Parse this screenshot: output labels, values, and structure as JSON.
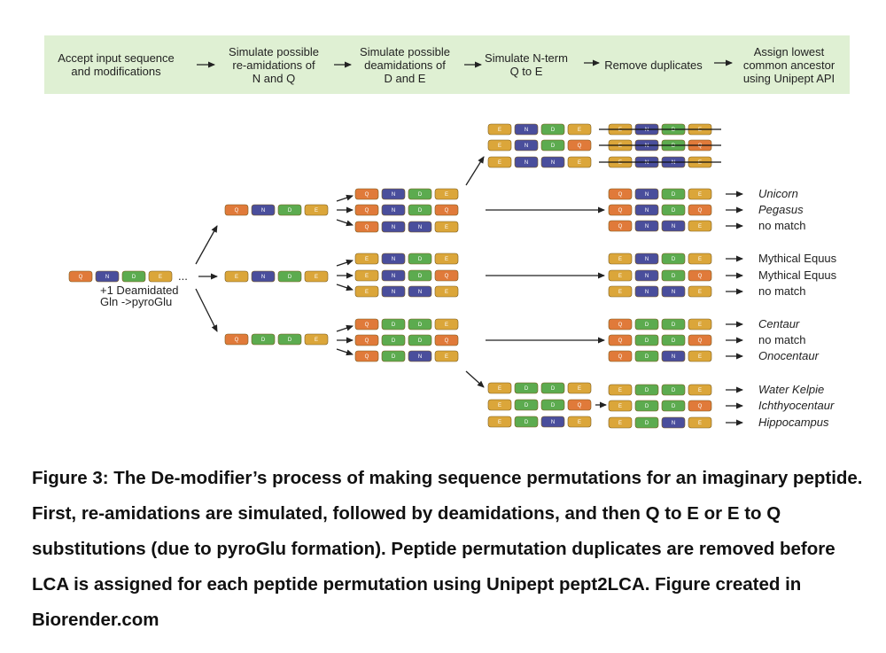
{
  "header": {
    "steps": [
      "Accept input sequence\nand modifications",
      "Simulate possible\nre-amidations of\nN and Q",
      "Simulate possible\ndeamidations of\nD and E",
      "Simulate N-term\nQ to E",
      "Remove duplicates",
      "Assign lowest\ncommon ancestor\nusing Unipept API"
    ]
  },
  "colors": {
    "header_bg": "#dff0d3",
    "Q": "#e07a3a",
    "N": "#4a4e9c",
    "D": "#5cab4f",
    "E": "#dba63a"
  },
  "input": {
    "sequence": [
      "Q",
      "N",
      "D",
      "E"
    ],
    "ellipsis": "...",
    "annotation_line1": "+1 Deamidated",
    "annotation_line2": "Gln ->pyroGlu"
  },
  "reamidation": [
    [
      "Q",
      "N",
      "D",
      "E"
    ],
    [
      "E",
      "N",
      "D",
      "E"
    ],
    [
      "Q",
      "D",
      "D",
      "E"
    ]
  ],
  "deamidation": [
    [
      "Q",
      "N",
      "D",
      "E"
    ],
    [
      "Q",
      "N",
      "D",
      "Q"
    ],
    [
      "Q",
      "N",
      "N",
      "E"
    ],
    [
      "E",
      "N",
      "D",
      "E"
    ],
    [
      "E",
      "N",
      "D",
      "Q"
    ],
    [
      "E",
      "N",
      "N",
      "E"
    ],
    [
      "Q",
      "D",
      "D",
      "E"
    ],
    [
      "Q",
      "D",
      "D",
      "Q"
    ],
    [
      "Q",
      "D",
      "N",
      "E"
    ]
  ],
  "nterm_from_top": [
    [
      "E",
      "N",
      "D",
      "E"
    ],
    [
      "E",
      "N",
      "D",
      "Q"
    ],
    [
      "E",
      "N",
      "N",
      "E"
    ]
  ],
  "nterm_from_bottom": [
    [
      "E",
      "D",
      "D",
      "E"
    ],
    [
      "E",
      "D",
      "D",
      "Q"
    ],
    [
      "E",
      "D",
      "N",
      "E"
    ]
  ],
  "duplicates_removed": [
    [
      "E",
      "N",
      "D",
      "E"
    ],
    [
      "E",
      "N",
      "D",
      "Q"
    ],
    [
      "E",
      "N",
      "N",
      "E"
    ]
  ],
  "final": [
    {
      "seq": [
        "Q",
        "N",
        "D",
        "E"
      ],
      "label": "Unicorn",
      "italic": true
    },
    {
      "seq": [
        "Q",
        "N",
        "D",
        "Q"
      ],
      "label": "Pegasus",
      "italic": true
    },
    {
      "seq": [
        "Q",
        "N",
        "N",
        "E"
      ],
      "label": "no match",
      "italic": false
    },
    {
      "seq": [
        "E",
        "N",
        "D",
        "E"
      ],
      "label": "Mythical Equus",
      "italic": false
    },
    {
      "seq": [
        "E",
        "N",
        "D",
        "Q"
      ],
      "label": "Mythical Equus",
      "italic": false
    },
    {
      "seq": [
        "E",
        "N",
        "N",
        "E"
      ],
      "label": "no match",
      "italic": false
    },
    {
      "seq": [
        "Q",
        "D",
        "D",
        "E"
      ],
      "label": "Centaur",
      "italic": true
    },
    {
      "seq": [
        "Q",
        "D",
        "D",
        "Q"
      ],
      "label": "no match",
      "italic": false
    },
    {
      "seq": [
        "Q",
        "D",
        "N",
        "E"
      ],
      "label": "Onocentaur",
      "italic": true
    },
    {
      "seq": [
        "E",
        "D",
        "D",
        "E"
      ],
      "label": "Water Kelpie",
      "italic": true
    },
    {
      "seq": [
        "E",
        "D",
        "D",
        "Q"
      ],
      "label": "Ichthyocentaur",
      "italic": true
    },
    {
      "seq": [
        "E",
        "D",
        "N",
        "E"
      ],
      "label": "Hippocampus",
      "italic": true
    }
  ],
  "caption": "Figure 3: The De-modifier’s process of making sequence permutations for an imaginary peptide.  First, re-amidations are simulated, followed by deamidations, and then Q to E or E to Q substitutions (due to pyroGlu formation). Peptide permutation duplicates are removed before LCA is assigned for each peptide permutation using Unipept pept2LCA. Figure created in Biorender.com"
}
